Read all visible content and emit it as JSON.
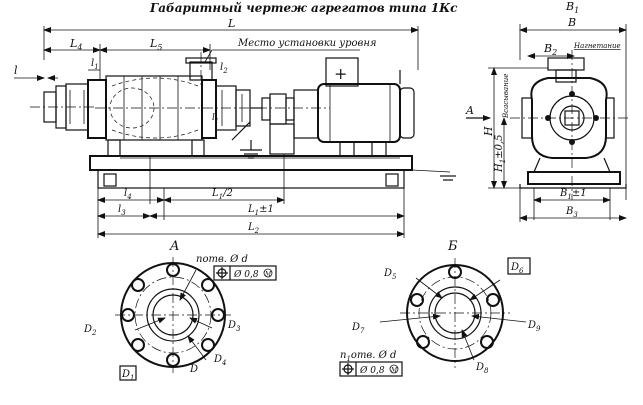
{
  "title": "Габаритный чертеж агрегатов типа 1Кс",
  "side_view": {
    "labels": {
      "L": "L",
      "L4": "L",
      "L4_sub": "4",
      "L5": "L",
      "L5_sub": "5",
      "l": "l",
      "l1": "l",
      "l1_sub": "1",
      "l2": "l",
      "l2_sub": "2",
      "l3top": "l",
      "l3top_sub": "3",
      "level_note": "Место установки уровня",
      "l4": "l",
      "l4_sub": "4",
      "l3": "l",
      "l3_sub": "3",
      "L1half": "L",
      "L1half_sub": "1",
      "L1half_suffix": "/2",
      "L1": "L",
      "L1_sub": "1",
      "L1_suffix": "±1",
      "L2": "L",
      "L2_sub": "2",
      "motor_plus": "+"
    }
  },
  "end_view": {
    "labels": {
      "B1top": "B",
      "B1top_sub": "1",
      "B": "B",
      "B2": "B",
      "B2_sub": "2",
      "discharge": "Нагнетание",
      "suction": "Всасывание",
      "A": "A",
      "H": "H",
      "H1": "H",
      "H1_sub": "1",
      "H1_suffix": "±0,5",
      "Bb1": "B",
      "Bb1_sub": "1",
      "Bb1_suffix": "±1",
      "B3": "B",
      "B3_sub": "3"
    }
  },
  "view_a": {
    "title": "A",
    "holes": "n отв.  Ø d",
    "holes_text": "потв.  Ø d",
    "tolerance": "Ø 0,8",
    "tolerance_mod": "M",
    "labels": {
      "D2": "D",
      "D2_sub": "2",
      "D3": "D",
      "D3_sub": "3",
      "D4": "D",
      "D4_sub": "4",
      "D": "D",
      "D1": "D",
      "D1_sub": "1"
    }
  },
  "view_b": {
    "title": "Б",
    "holes_text": "n",
    "holes_sub": "1",
    "holes_rest": "отв.  Ø d",
    "tolerance": "Ø 0,8",
    "tolerance_mod": "M",
    "labels": {
      "D5": "D",
      "D5_sub": "5",
      "D6": "D",
      "D6_sub": "6",
      "D7": "D",
      "D7_sub": "7",
      "D8": "D",
      "D8_sub": "8",
      "D9": "D",
      "D9_sub": "9"
    }
  }
}
